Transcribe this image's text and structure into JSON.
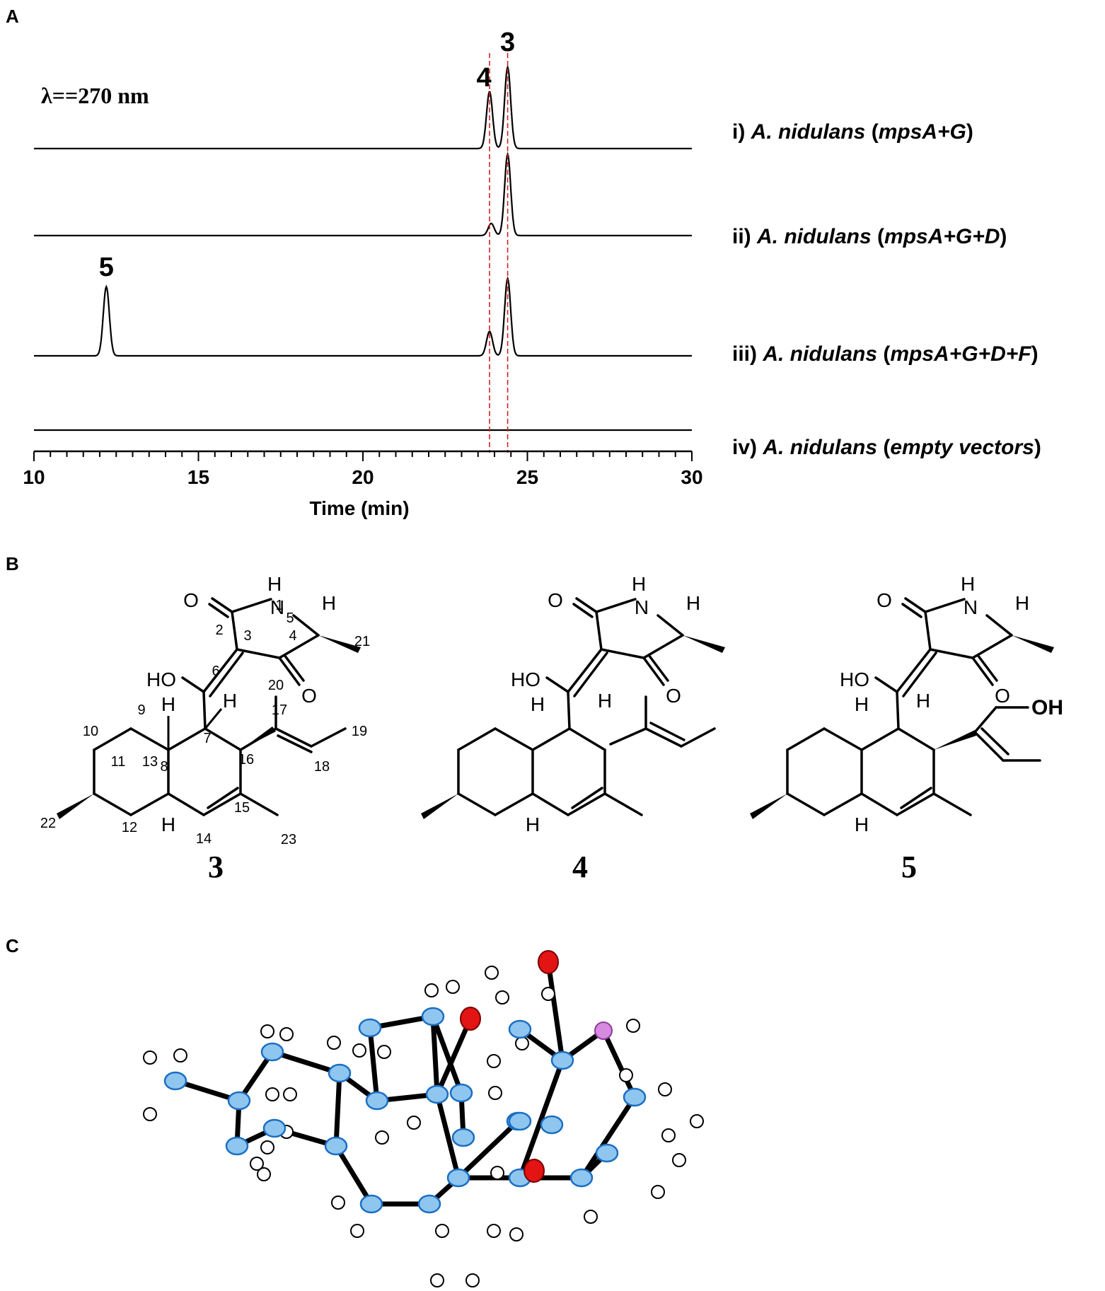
{
  "panels": {
    "a": "A",
    "b": "B",
    "c": "C"
  },
  "chart_data": {
    "type": "line",
    "annotation": "λ==270 nm",
    "xlabel": "Time (min)",
    "xlim": [
      10,
      30
    ],
    "xticks": [
      10,
      15,
      20,
      25,
      30
    ],
    "peak_labels": [
      {
        "label": "3",
        "x": 24.4
      },
      {
        "label": "4",
        "x": 23.85
      },
      {
        "label": "5",
        "x": 12.2
      }
    ],
    "series": [
      {
        "name": "i) A. nidulans (mpsA+G)",
        "peaks": [
          {
            "x": 23.85,
            "h": 0.7
          },
          {
            "x": 24.4,
            "h": 1.0
          }
        ]
      },
      {
        "name": "ii) A. nidulans (mpsA+G+D)",
        "peaks": [
          {
            "x": 23.9,
            "h": 0.15
          },
          {
            "x": 24.4,
            "h": 1.0
          }
        ]
      },
      {
        "name": "iii) A. nidulans (mpsA+G+D+F)",
        "peaks": [
          {
            "x": 12.2,
            "h": 0.85
          },
          {
            "x": 23.85,
            "h": 0.3
          },
          {
            "x": 24.4,
            "h": 0.95
          }
        ]
      },
      {
        "name": "iv) A. nidulans (empty vectors)",
        "peaks": []
      }
    ]
  },
  "trace_labels": [
    {
      "prefix": "i) ",
      "organism": "A. nidulans",
      "open": " (",
      "genes": "mpsA+G",
      "close": ")"
    },
    {
      "prefix": "ii) ",
      "organism": "A. nidulans",
      "open": " (",
      "genes": "mpsA+G+D",
      "close": ")"
    },
    {
      "prefix": "iii) ",
      "organism": "A. nidulans",
      "open": " (",
      "genes": "mpsA+G+D+F",
      "close": ")"
    },
    {
      "prefix": "iv) ",
      "organism": "A. nidulans",
      "open": " (",
      "genes": "empty vectors",
      "close": ")"
    }
  ],
  "structures": {
    "compound_labels": [
      "3",
      "4",
      "5"
    ],
    "atoms": {
      "nh": "H",
      "n": "N",
      "o": "O",
      "ho": "HO",
      "h": "H",
      "oh": "OH"
    },
    "numbering": [
      "1",
      "2",
      "3",
      "4",
      "5",
      "6",
      "7",
      "8",
      "9",
      "10",
      "11",
      "12",
      "13",
      "14",
      "15",
      "16",
      "17",
      "18",
      "19",
      "20",
      "21",
      "22",
      "23"
    ]
  }
}
